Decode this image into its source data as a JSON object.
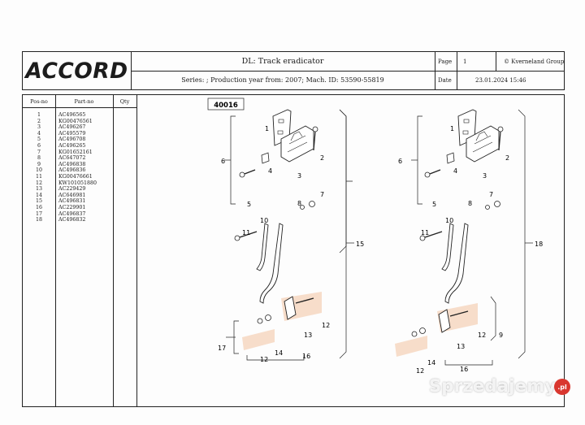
{
  "header": {
    "logo_text": "ACCORD",
    "title": "DL: Track eradicator",
    "series": "Series: ; Production year from: 2007; Mach. ID: 53590-55819",
    "page_label": "Page",
    "page_number": "1",
    "copyright": "© Kverneland Group",
    "date_label": "Date",
    "date_value": "23.01.2024  15:46"
  },
  "table": {
    "col_pos": "Pos-no",
    "col_part": "Part-no",
    "col_qty": "Qty",
    "rows": [
      {
        "pos": "1",
        "part": "AC496565"
      },
      {
        "pos": "2",
        "part": "KG00476561"
      },
      {
        "pos": "3",
        "part": "AC496267"
      },
      {
        "pos": "4",
        "part": "AC495579"
      },
      {
        "pos": "5",
        "part": "AC496708"
      },
      {
        "pos": "6",
        "part": "AC496265"
      },
      {
        "pos": "7",
        "part": "KG01652161"
      },
      {
        "pos": "8",
        "part": "AC647072"
      },
      {
        "pos": "9",
        "part": "AC496838"
      },
      {
        "pos": "10",
        "part": "AC496836"
      },
      {
        "pos": "11",
        "part": "KG00476661"
      },
      {
        "pos": "12",
        "part": "KW101051880"
      },
      {
        "pos": "13",
        "part": "AC229429"
      },
      {
        "pos": "14",
        "part": "AC646981"
      },
      {
        "pos": "15",
        "part": "AC496831"
      },
      {
        "pos": "16",
        "part": "AC229901"
      },
      {
        "pos": "17",
        "part": "AC496837"
      },
      {
        "pos": "18",
        "part": "AC496832"
      }
    ]
  },
  "diagram": {
    "figure_id": "40016",
    "left_labels": {
      "l1": "1",
      "l2": "2",
      "l3": "3",
      "l4": "4",
      "l5": "5",
      "l6": "6",
      "l7": "7",
      "l8": "8",
      "l10": "10",
      "l11": "11",
      "l12a": "12",
      "l12b": "12",
      "l13": "13",
      "l14": "14",
      "l15": "15",
      "l16": "16",
      "l17": "17"
    },
    "right_labels": {
      "l1": "1",
      "l2": "2",
      "l3": "3",
      "l4": "4",
      "l5": "5",
      "l6": "6",
      "l7": "7",
      "l8": "8",
      "l9": "9",
      "l10": "10",
      "l11": "11",
      "l12a": "12",
      "l12b": "12",
      "l13": "13",
      "l14": "14",
      "l16": "16",
      "l18": "18"
    },
    "highlight_color": "#f6d9c4"
  },
  "watermark": {
    "text": "Sprzedajemy",
    "badge": ".pl"
  }
}
